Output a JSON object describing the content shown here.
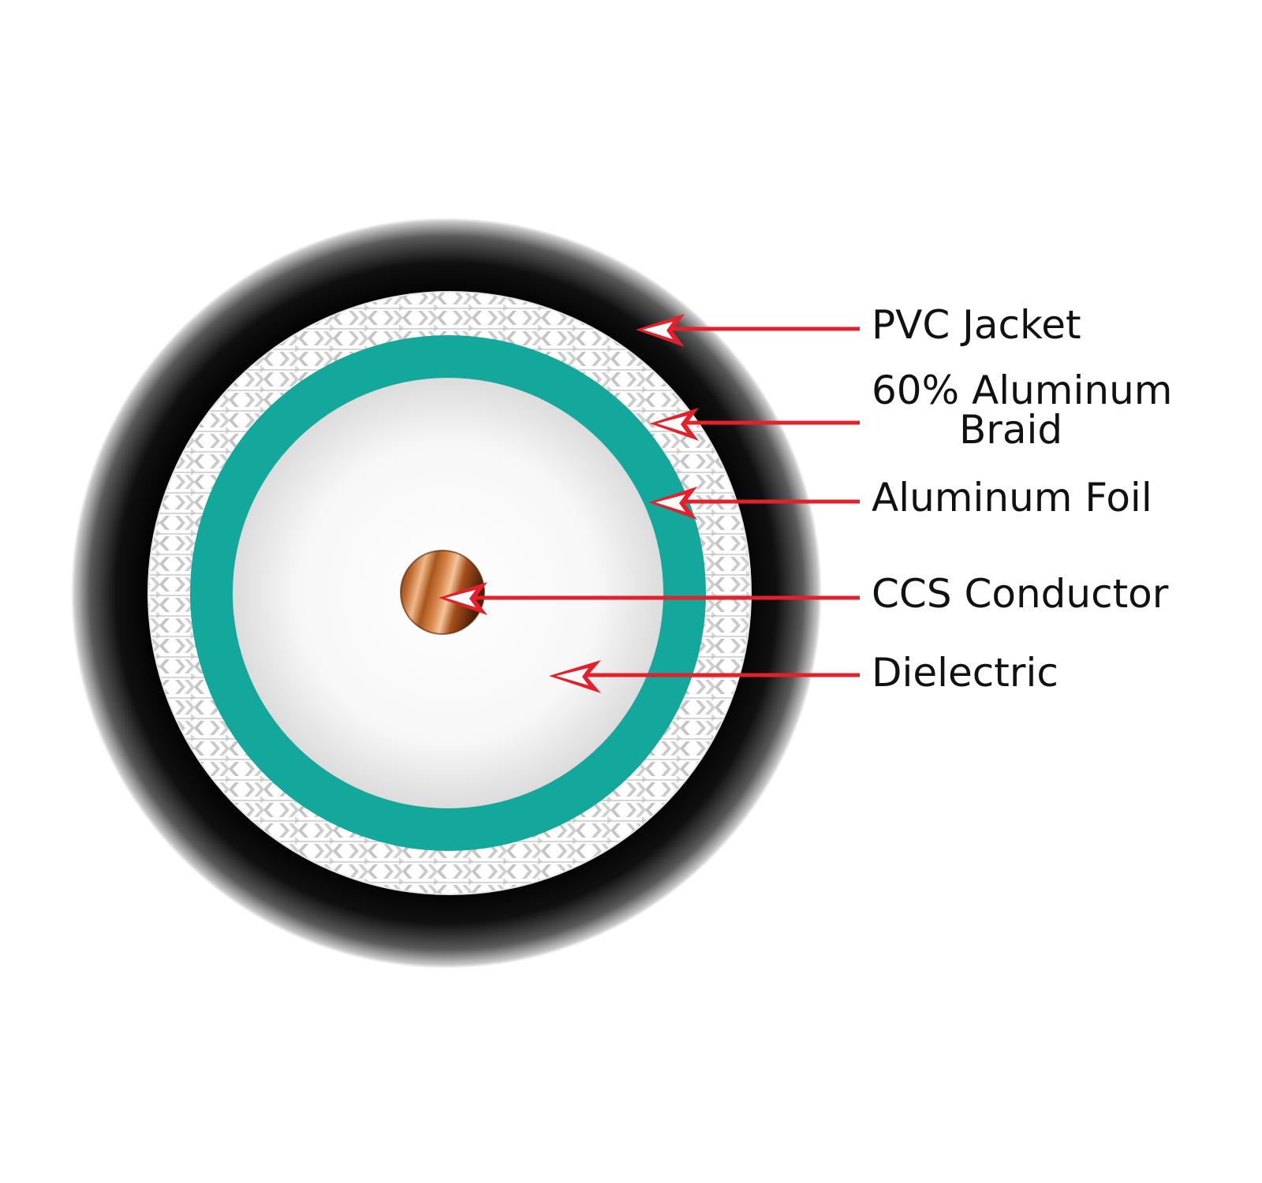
{
  "diagram": {
    "colors": {
      "background": "#ffffff",
      "jacket": "#000000",
      "braid_base": "#ffffff",
      "braid_pattern": "#c8c8c8",
      "foil": "#14a79c",
      "dielectric": "#f4f4f4",
      "conductor": "#b5652c",
      "arrow": "#e3202b"
    },
    "layers": [
      {
        "id": "jacket",
        "label": "PVC Jacket"
      },
      {
        "id": "braid",
        "label_line1": "60% Aluminum",
        "label_line2": "Braid"
      },
      {
        "id": "foil",
        "label": "Aluminum Foil"
      },
      {
        "id": "conductor",
        "label": "CCS Conductor"
      },
      {
        "id": "dielectric",
        "label": "Dielectric"
      }
    ]
  }
}
